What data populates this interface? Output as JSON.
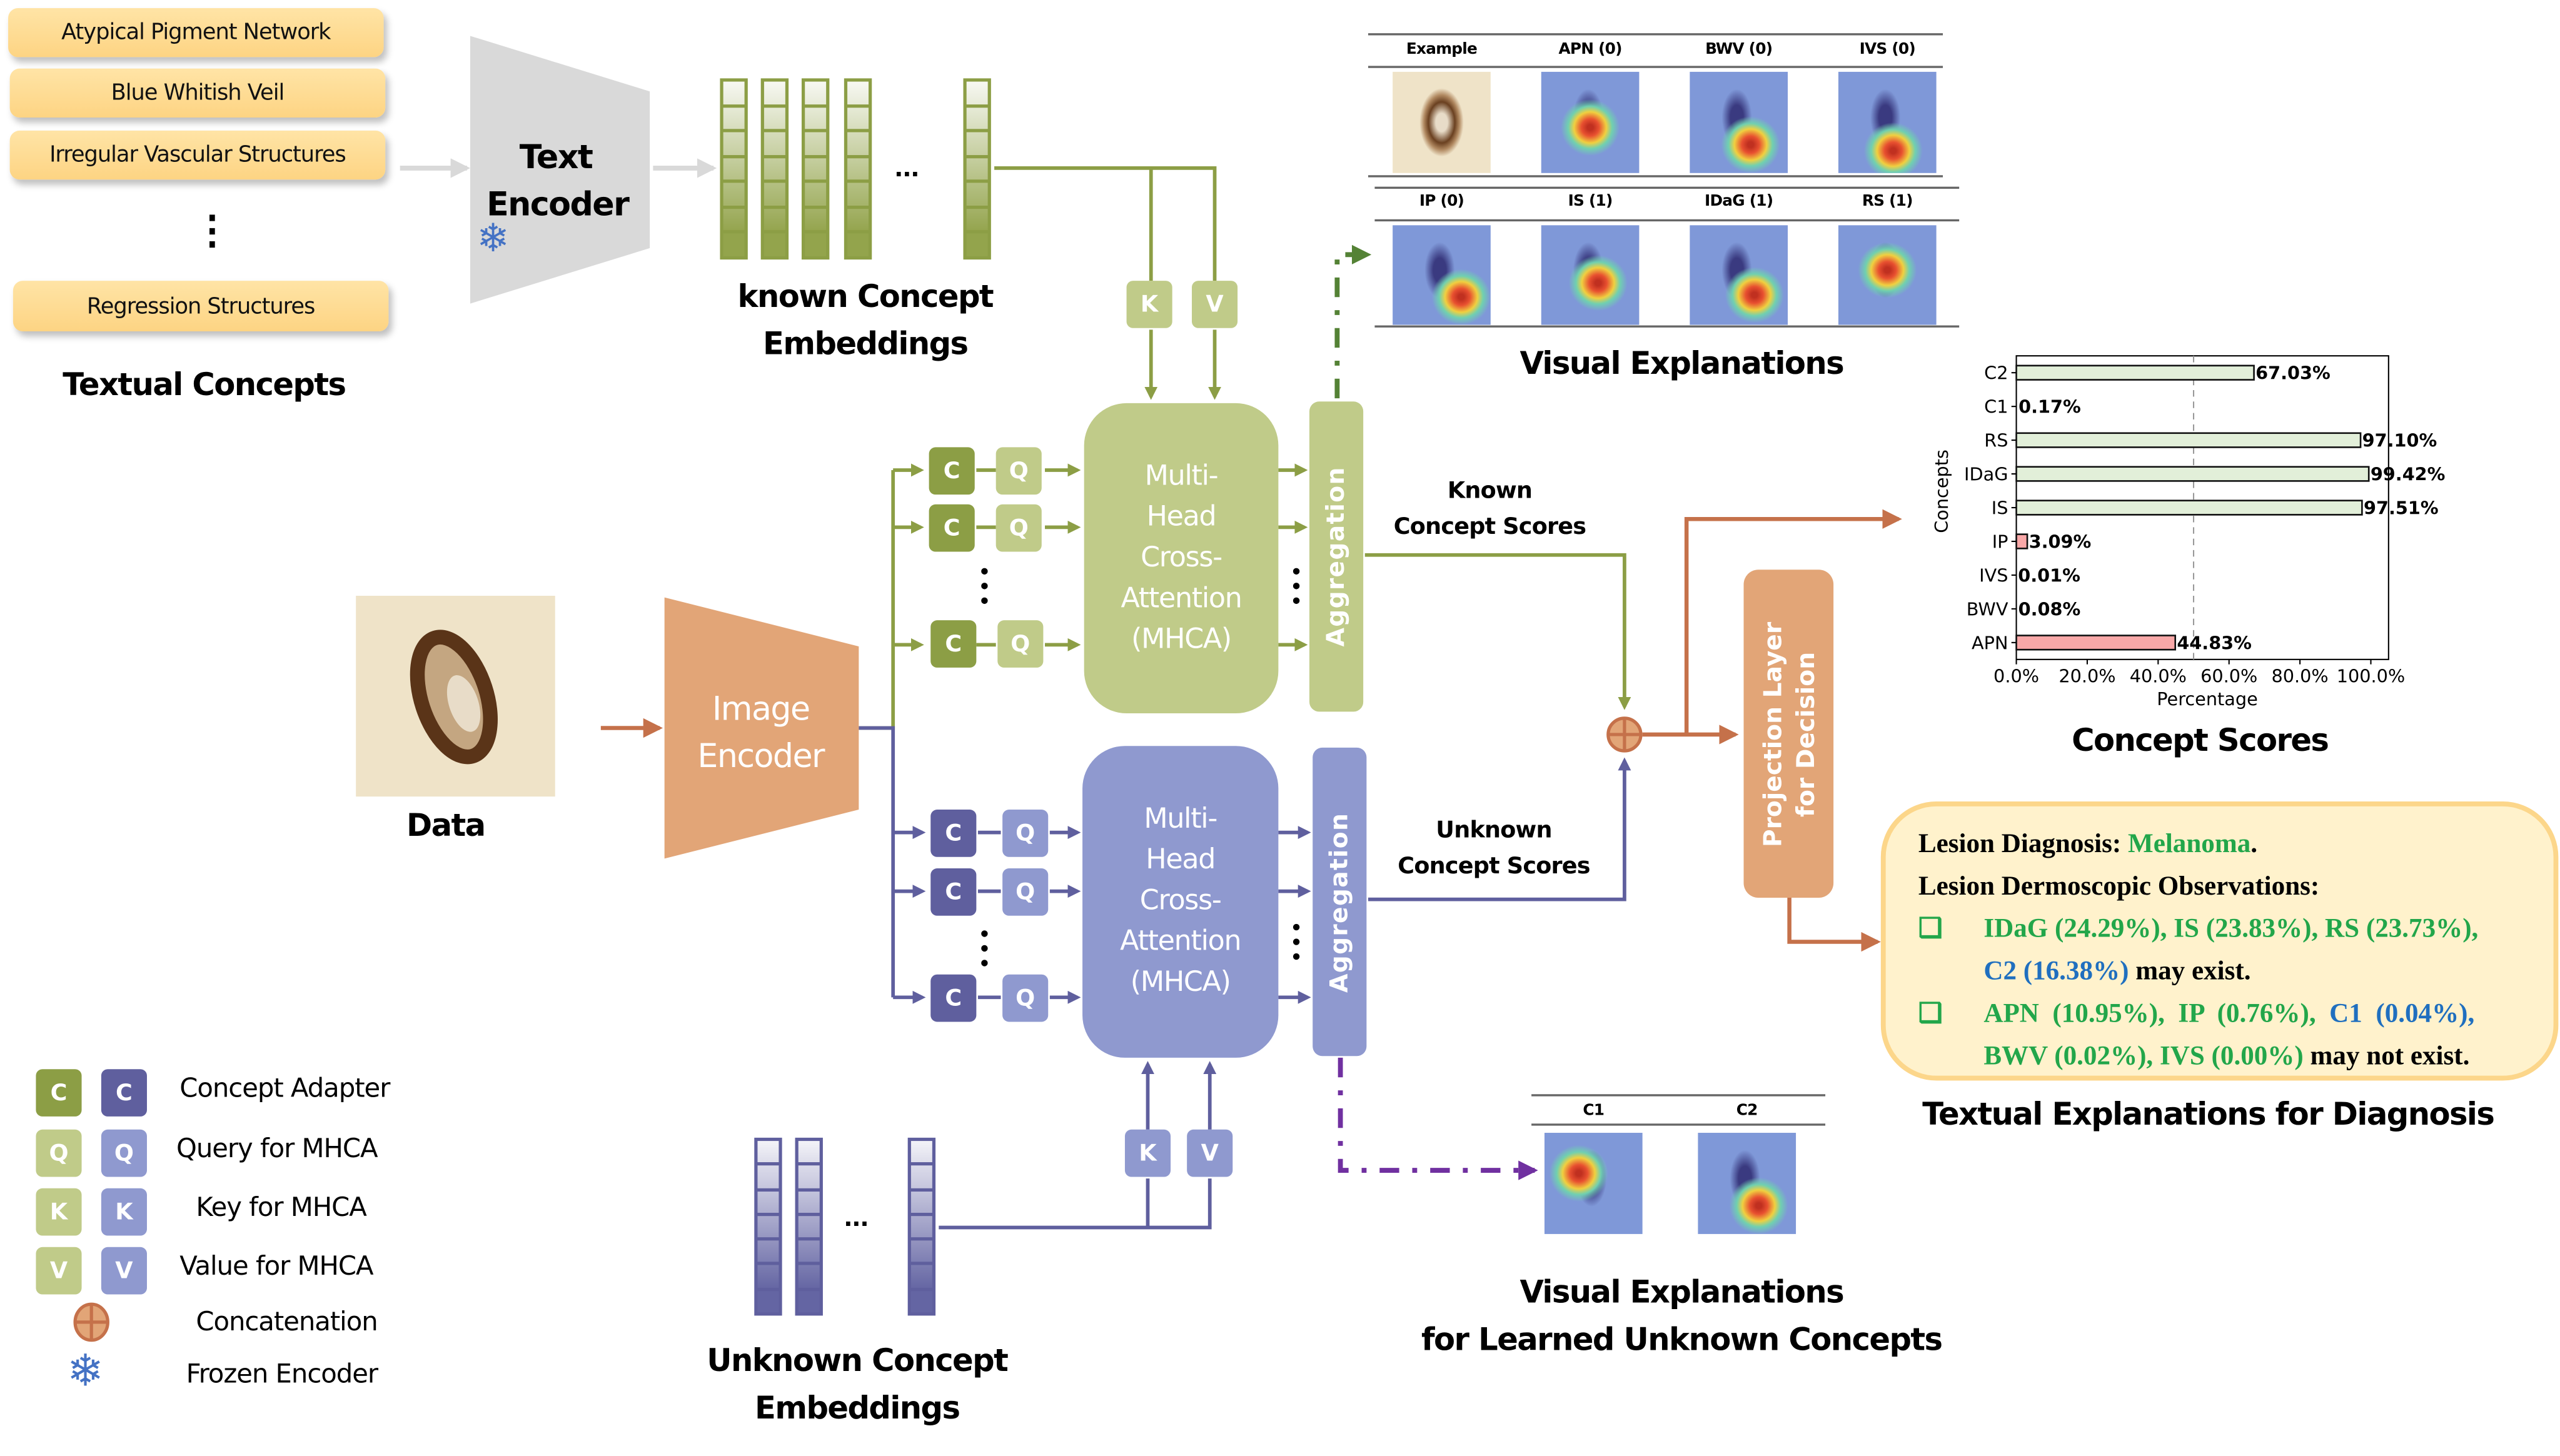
{
  "textual_concepts": {
    "items": [
      "Atypical Pigment Network",
      "Blue Whitish Veil",
      "Irregular Vascular Structures",
      "Regression Structures"
    ],
    "ellipsis": "⋮",
    "title": "Textual Concepts"
  },
  "text_encoder": {
    "line1": "Text",
    "line2": "Encoder",
    "frozen_icon": "snowflake-icon"
  },
  "known_embeddings": {
    "title_line1": "known Concept",
    "title_line2": "Embeddings",
    "ellipsis": "...",
    "key": "K",
    "value": "V"
  },
  "unknown_embeddings": {
    "title_line1": "Unknown Concept",
    "title_line2": "Embeddings",
    "ellipsis": "...",
    "key": "K",
    "value": "V"
  },
  "data": {
    "label": "Data"
  },
  "image_encoder": {
    "line1": "Image",
    "line2": "Encoder"
  },
  "mhca": {
    "lines": [
      "Multi-",
      "Head",
      "Cross-",
      "Attention",
      "(MHCA)"
    ],
    "adapter": "C",
    "query": "Q"
  },
  "aggregation": {
    "label": "Aggregation"
  },
  "known_scores": {
    "line1": "Known",
    "line2": "Concept Scores"
  },
  "unknown_scores": {
    "line1": "Unknown",
    "line2": "Concept Scores"
  },
  "projection": {
    "line1": "Projection Layer",
    "line2": "for Decision"
  },
  "visual_explanations": {
    "row1": [
      "Example",
      "APN (0)",
      "BWV (0)",
      "IVS (0)"
    ],
    "row2": [
      "IP (0)",
      "IS (1)",
      "IDaG (1)",
      "RS (1)"
    ],
    "title": "Visual Explanations"
  },
  "unknown_visual": {
    "heads": [
      "C1",
      "C2"
    ],
    "title_line1": "Visual Explanations",
    "title_line2": "for Learned Unknown Concepts"
  },
  "chart_data": {
    "type": "bar",
    "orientation": "horizontal",
    "title": "Concept Scores",
    "xlabel": "Percentage",
    "ylabel": "Concepts",
    "categories": [
      "APN",
      "BWV",
      "IVS",
      "IP",
      "IS",
      "IDaG",
      "RS",
      "C1",
      "C2"
    ],
    "values": [
      44.83,
      0.08,
      0.01,
      3.09,
      97.51,
      99.42,
      97.1,
      0.17,
      67.03
    ],
    "value_labels": [
      "44.83%",
      "0.08%",
      "0.01%",
      "3.09%",
      "97.51%",
      "99.42%",
      "97.10%",
      "0.17%",
      "67.03%"
    ],
    "bar_colors": [
      "#f9a8a8",
      "#f9a8a8",
      "#f9a8a8",
      "#f9a8a8",
      "#e2efd9",
      "#e2efd9",
      "#e2efd9",
      "#e2efd9",
      "#e2efd9"
    ],
    "xlim": [
      0,
      105
    ],
    "xticks": [
      0,
      20,
      40,
      60,
      80,
      100
    ],
    "xtick_labels": [
      "0.0%",
      "20.0%",
      "40.0%",
      "60.0%",
      "80.0%",
      "100.0%"
    ],
    "threshold": 50,
    "grid": false
  },
  "diagnosis": {
    "line1_prefix": "Lesion Diagnosis: ",
    "line1_value": "Melanoma",
    "line1_suffix": ".",
    "line2": "Lesion Dermoscopic Observations:",
    "bullet": "❑",
    "exist_green": "IDaG (24.29%), IS (23.83%), RS (23.73%),",
    "exist_blue": "C2 (16.38%)",
    "exist_suffix": " may exist.",
    "notexist_green1": "APN  (10.95%),  IP  (0.76%),",
    "notexist_blue": "C1  (0.04%),",
    "notexist_green2": "BWV (0.02%), IVS (0.00%)",
    "notexist_suffix": " may not exist.",
    "title": "Textual Explanations for Diagnosis"
  },
  "legend": {
    "items": [
      {
        "symbols": [
          "C",
          "C"
        ],
        "label": "Concept Adapter"
      },
      {
        "symbols": [
          "Q",
          "Q"
        ],
        "label": "Query for MHCA"
      },
      {
        "symbols": [
          "K",
          "K"
        ],
        "label": "Key for MHCA"
      },
      {
        "symbols": [
          "V",
          "V"
        ],
        "label": "Value for MHCA"
      },
      {
        "symbols": [
          "concat-icon"
        ],
        "label": "Concatenation"
      },
      {
        "symbols": [
          "snowflake-icon"
        ],
        "label": "Frozen Encoder"
      }
    ]
  },
  "colors": {
    "green_dark": "#8c9e45",
    "green_light": "#c0cb89",
    "purple_dark": "#5f5f9e",
    "purple_light": "#8f99cf",
    "orange": "#e2a577",
    "orange_line": "#c5714a",
    "concept_yellow": "#fdd483",
    "purple_dash": "#7030a0",
    "green_dash": "#548235"
  }
}
